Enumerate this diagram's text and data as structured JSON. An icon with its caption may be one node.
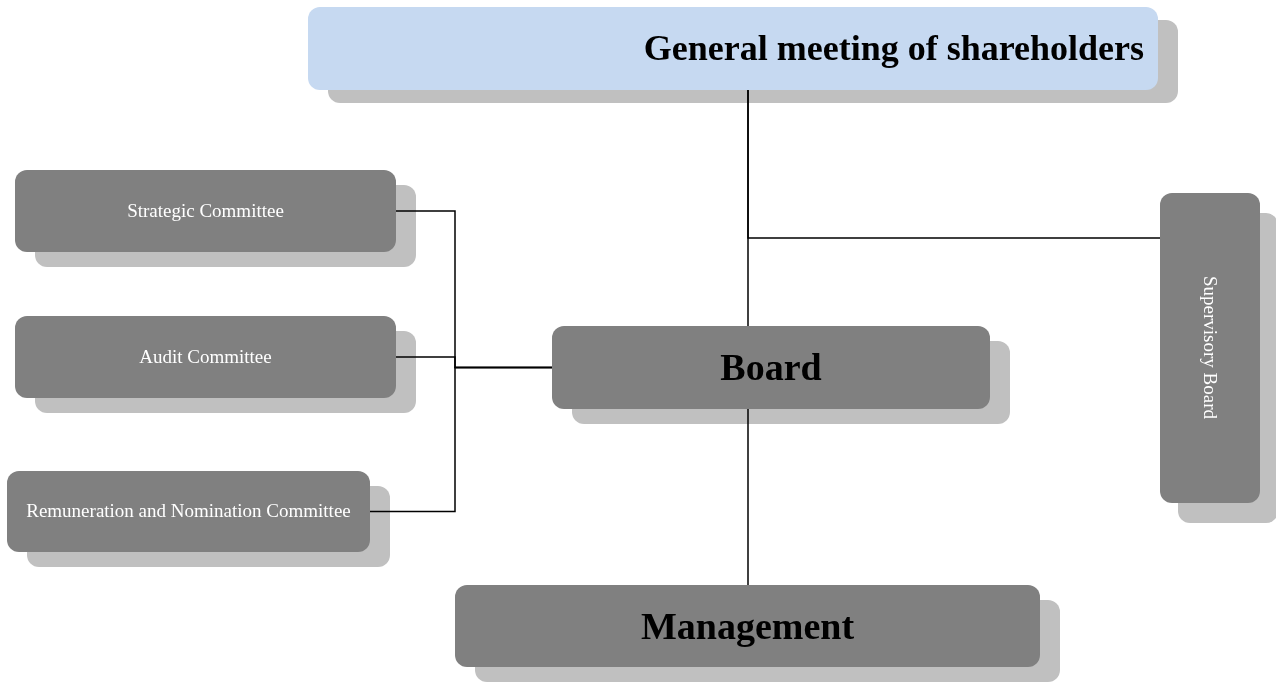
{
  "diagram": {
    "nodes": [
      {
        "text": [
          "General meeting of shareholders"
        ]
      },
      {
        "text": [
          "Strategic Committee"
        ]
      },
      {
        "text": [
          "Audit Committee"
        ]
      },
      {
        "text": [
          "Remuneration and Nomination Committee"
        ]
      },
      {
        "text": [
          "Board"
        ]
      },
      {
        "text": [
          "Supervisory Board"
        ]
      },
      {
        "text": [
          "Management"
        ]
      }
    ],
    "edges": [
      {
        "from": 0,
        "to": 4,
        "arrow": "none"
      },
      {
        "from": 0,
        "to": 5,
        "arrow": "none"
      },
      {
        "from": 1,
        "to": 4,
        "arrow": "none"
      },
      {
        "from": 2,
        "to": 4,
        "arrow": "none"
      },
      {
        "from": 3,
        "to": 4,
        "arrow": "none"
      },
      {
        "from": 4,
        "to": 6,
        "arrow": "none"
      }
    ]
  }
}
